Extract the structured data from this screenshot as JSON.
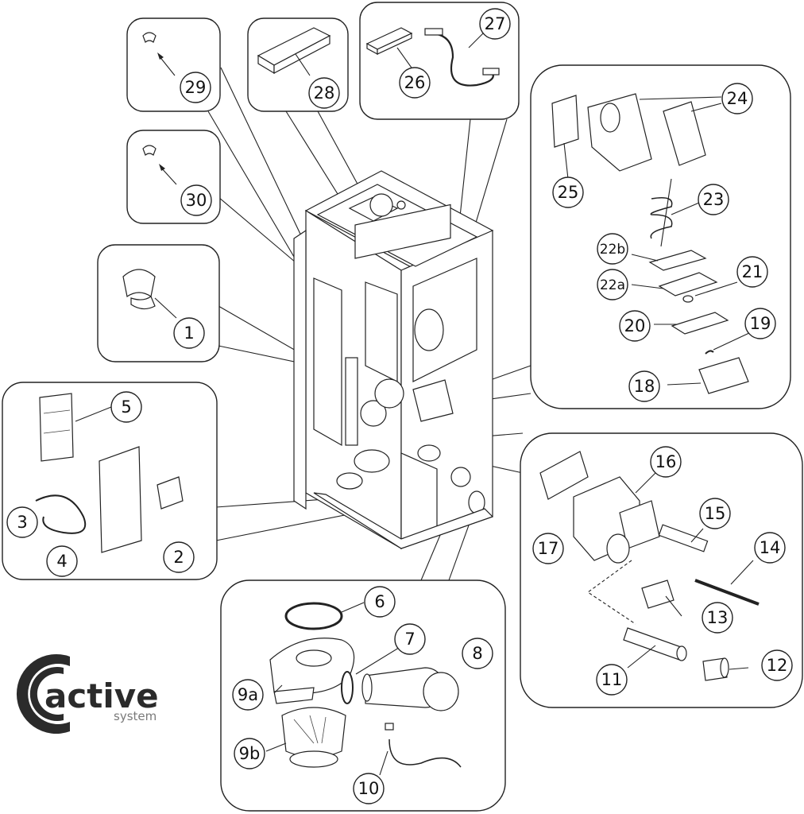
{
  "labels": {
    "c1": "1",
    "c2": "2",
    "c3": "3",
    "c4": "4",
    "c5": "5",
    "c6": "6",
    "c7": "7",
    "c8": "8",
    "c9a": "9a",
    "c9b": "9b",
    "c10": "10",
    "c11": "11",
    "c12": "12",
    "c13": "13",
    "c14": "14",
    "c15": "15",
    "c16": "16",
    "c17": "17",
    "c18": "18",
    "c19": "19",
    "c20": "20",
    "c21": "21",
    "c22a": "22a",
    "c22b": "22b",
    "c23": "23",
    "c24": "24",
    "c25": "25",
    "c26": "26",
    "c27": "27",
    "c28": "28",
    "c29": "29",
    "c30": "30"
  },
  "logo": {
    "word": "active",
    "sub": "system"
  },
  "colors": {
    "logo_ring": "#2b2b2b",
    "logo_text": "#2b2b2b",
    "logo_sub": "#7a7a7a"
  }
}
